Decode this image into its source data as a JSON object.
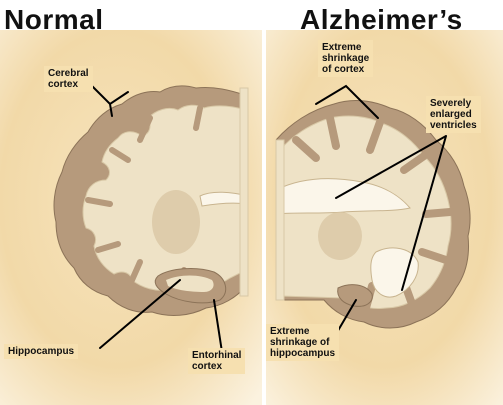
{
  "titles": {
    "normal": "Normal",
    "alzheimers": "Alzheimer’s"
  },
  "labels": {
    "cerebral_cortex": "Cerebral\ncortex",
    "hippocampus": "Hippocampus",
    "entorhinal_cortex": "Entorhinal\ncortex",
    "extreme_shrinkage_cortex": "Extreme\nshrinkage\nof cortex",
    "severely_enlarged_ventricles": "Severely\nenlarged\nventricles",
    "extreme_shrinkage_hippocampus": "Extreme\nshrinkage of\nhippocampus"
  },
  "colors": {
    "background_warm": "#f4ddb0",
    "brain_gray_matter": "#b69a7c",
    "brain_white_matter": "#eee2c6",
    "ventricle": "#fbf6ea",
    "label_fill": "#f6e0b0",
    "pointer_line": "#000000"
  }
}
